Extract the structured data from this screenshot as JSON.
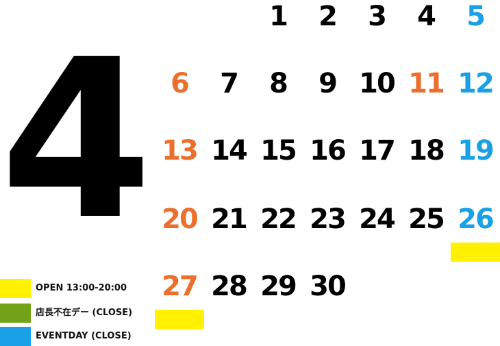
{
  "month": "4",
  "colors": {
    "weekday": "#000000",
    "owner_away": "#ec6f2d",
    "event": "#1aa0e6",
    "open": "#fff100",
    "owner_away_swatch": "#72a217"
  },
  "days": [
    {
      "d": "1",
      "col": 2,
      "row": 0,
      "type": "weekday"
    },
    {
      "d": "2",
      "col": 3,
      "row": 0,
      "type": "weekday"
    },
    {
      "d": "3",
      "col": 4,
      "row": 0,
      "type": "weekday"
    },
    {
      "d": "4",
      "col": 5,
      "row": 0,
      "type": "weekday"
    },
    {
      "d": "5",
      "col": 6,
      "row": 0,
      "type": "event"
    },
    {
      "d": "6",
      "col": 0,
      "row": 1,
      "type": "owner_away"
    },
    {
      "d": "7",
      "col": 1,
      "row": 1,
      "type": "weekday"
    },
    {
      "d": "8",
      "col": 2,
      "row": 1,
      "type": "weekday"
    },
    {
      "d": "9",
      "col": 3,
      "row": 1,
      "type": "weekday"
    },
    {
      "d": "10",
      "col": 4,
      "row": 1,
      "type": "weekday"
    },
    {
      "d": "11",
      "col": 5,
      "row": 1,
      "type": "owner_away"
    },
    {
      "d": "12",
      "col": 6,
      "row": 1,
      "type": "event"
    },
    {
      "d": "13",
      "col": 0,
      "row": 2,
      "type": "owner_away"
    },
    {
      "d": "14",
      "col": 1,
      "row": 2,
      "type": "weekday"
    },
    {
      "d": "15",
      "col": 2,
      "row": 2,
      "type": "weekday"
    },
    {
      "d": "16",
      "col": 3,
      "row": 2,
      "type": "weekday"
    },
    {
      "d": "17",
      "col": 4,
      "row": 2,
      "type": "weekday"
    },
    {
      "d": "18",
      "col": 5,
      "row": 2,
      "type": "weekday"
    },
    {
      "d": "19",
      "col": 6,
      "row": 2,
      "type": "event"
    },
    {
      "d": "20",
      "col": 0,
      "row": 3,
      "type": "owner_away"
    },
    {
      "d": "21",
      "col": 1,
      "row": 3,
      "type": "weekday"
    },
    {
      "d": "22",
      "col": 2,
      "row": 3,
      "type": "weekday"
    },
    {
      "d": "23",
      "col": 3,
      "row": 3,
      "type": "weekday"
    },
    {
      "d": "24",
      "col": 4,
      "row": 3,
      "type": "weekday"
    },
    {
      "d": "25",
      "col": 5,
      "row": 3,
      "type": "weekday"
    },
    {
      "d": "26",
      "col": 6,
      "row": 3,
      "type": "event",
      "open": true
    },
    {
      "d": "27",
      "col": 0,
      "row": 4,
      "type": "owner_away",
      "open": true
    },
    {
      "d": "28",
      "col": 1,
      "row": 4,
      "type": "weekday"
    },
    {
      "d": "29",
      "col": 2,
      "row": 4,
      "type": "weekday"
    },
    {
      "d": "30",
      "col": 3,
      "row": 4,
      "type": "weekday"
    }
  ],
  "legend": [
    {
      "label": "OPEN 13:00-20:00",
      "color": "#fff100"
    },
    {
      "label": "店長不在デー (CLOSE)",
      "color": "#72a217"
    },
    {
      "label": "EVENTDAY (CLOSE)",
      "color": "#1aa0e6"
    }
  ]
}
